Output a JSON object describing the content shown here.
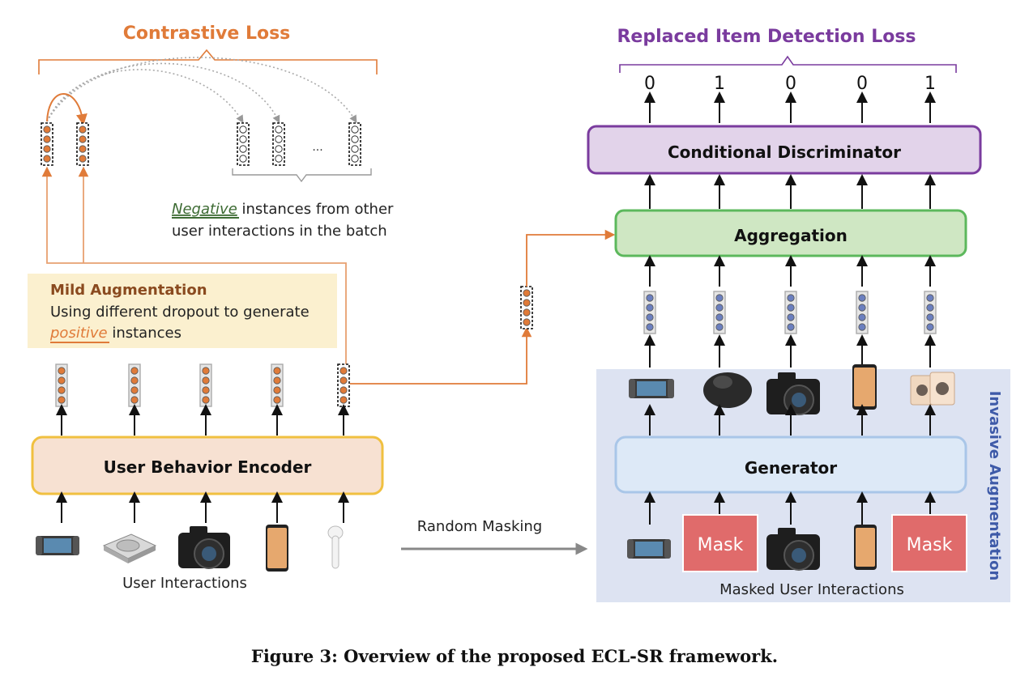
{
  "contrastive": {
    "title": "Contrastive Loss",
    "dots": "...",
    "negative_word": "Negative",
    "negative_rest1": " instances from other",
    "negative_line2": "user interactions in the batch"
  },
  "mild": {
    "title": "Mild Augmentation",
    "line1": "Using different dropout to generate",
    "positive_word": "positive",
    "positive_rest": " instances"
  },
  "encoder": {
    "label": "User Behavior Encoder"
  },
  "user_interactions": {
    "label": "User Interactions"
  },
  "random_masking": {
    "label": "Random Masking"
  },
  "rid": {
    "title": "Replaced Item Detection Loss",
    "outputs": [
      "0",
      "1",
      "0",
      "0",
      "1"
    ]
  },
  "discriminator": {
    "label": "Conditional Discriminator"
  },
  "aggregation": {
    "label": "Aggregation"
  },
  "generator": {
    "label": "Generator"
  },
  "invasive": {
    "label": "Invasive Augmentation"
  },
  "masked_interactions": {
    "label": "Masked User Interactions",
    "mask_label": "Mask"
  },
  "caption": {
    "text": "Figure 3: Overview of the proposed ECL-SR framework."
  },
  "colors": {
    "orange": "#e07b39",
    "purple": "#7a3b9e",
    "green": "#5cb85c",
    "encoder_border": "#f0c040",
    "encoder_fill": "#f7e1d2",
    "generator_fill": "#dde9f7",
    "invasive_bg": "#dde3f2",
    "mask_fill": "#e06b6b"
  }
}
